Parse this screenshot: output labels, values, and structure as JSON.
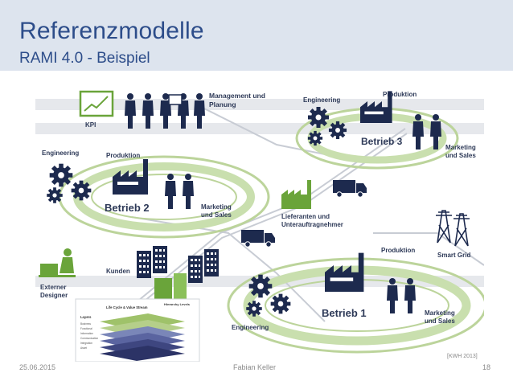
{
  "slide": {
    "title": "Referenzmodelle",
    "subtitle": "RAMI 4.0 - Beispiel"
  },
  "diagram": {
    "labels": {
      "kpi": "KPI",
      "management": [
        "Management und",
        "Planung"
      ],
      "engineering": "Engineering",
      "produktion": "Produktion",
      "betrieb2": "Betrieb 2",
      "betrieb3": "Betrieb 3",
      "betrieb1": "Betrieb 1",
      "marketing": [
        "Marketing",
        "und Sales"
      ],
      "lieferanten": [
        "Lieferanten und",
        "Unterauftragnehmer"
      ],
      "kunden": "Kunden",
      "smart_grid": "Smart Grid",
      "externer": [
        "Externer",
        "Designer"
      ]
    },
    "inset": {
      "title": "Life Cycle & Value Stream",
      "hierarchy": "Hierarchy Levels",
      "layers_title": "Layers",
      "layers": [
        "Business",
        "Functional",
        "Information",
        "Communication",
        "Integration",
        "Asset"
      ]
    },
    "colors": {
      "navy": "#1d2a4e",
      "green": "#6aa43a",
      "lightgreen": "#c9dfae",
      "track": "#bcd49b"
    }
  },
  "footer": {
    "date": "25.06.2015",
    "author": "Fabian Keller",
    "page": "18",
    "source": "[KWH 2013]"
  }
}
